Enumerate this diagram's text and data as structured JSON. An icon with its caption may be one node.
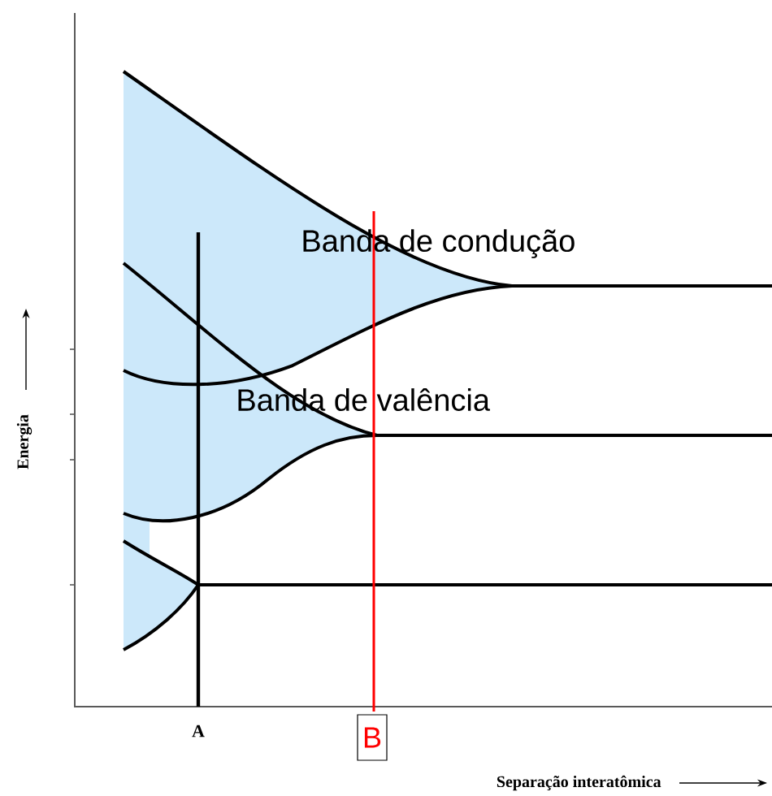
{
  "diagram": {
    "nodes": [
      {
        "text": [
          "B"
        ]
      }
    ],
    "labels": [
      "Banda de condução",
      "Energia",
      "Banda de valência",
      "A",
      "Separação interatômica"
    ]
  }
}
